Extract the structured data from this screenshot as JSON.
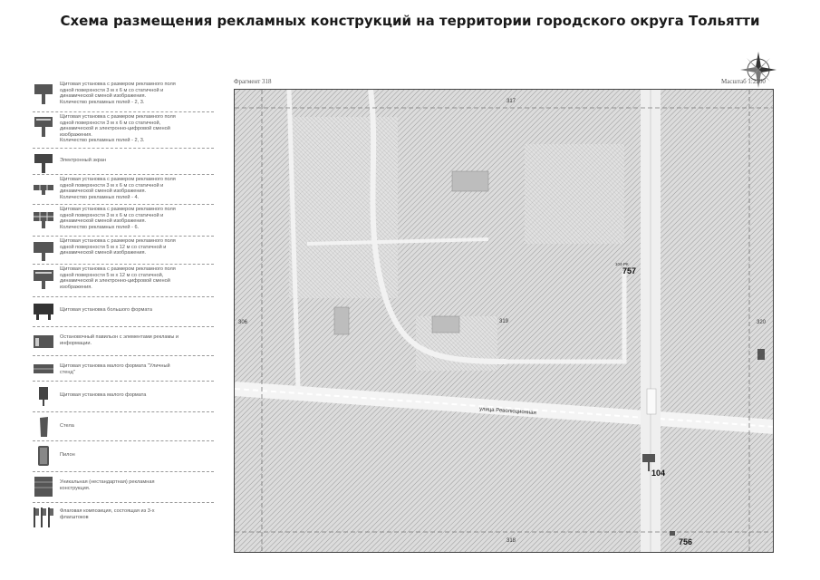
{
  "title": "Схема размещения рекламных конструкций на территории городского округа Тольятти",
  "fragment": "Фрагмент 318",
  "scale": "Масштаб 1:2200",
  "legend": [
    {
      "icon": "billboard-3x6-icon",
      "text": "Щитовая установка с размером рекламного поля\nодной поверхности 3 м х 6 м со статичной и\nдинамической сменой изображения.\nКоличество рекламных полей - 2, 3."
    },
    {
      "icon": "billboard-3x6-digital-icon",
      "text": "Щитовая установка с размером рекламного поля\nодной поверхности 3 м х 6 м со статичной,\nдинамической и электронно-цифровой сменой\nизображения.\nКоличество рекламных полей - 2, 3."
    },
    {
      "icon": "electronic-screen-icon",
      "text": "Электронный экран"
    },
    {
      "icon": "billboard-4-fields-icon",
      "text": "Щитовая установка с размером рекламного поля\nодной поверхности 3 м х 6 м со статичной и\nдинамической сменой изображения.\nКоличество рекламных полей - 4."
    },
    {
      "icon": "billboard-6-fields-icon",
      "text": "Щитовая установка с размером рекламного поля\nодной поверхности 3 м х 6 м со статичной и\nдинамической сменой изображения.\nКоличество рекламных полей - 6."
    },
    {
      "icon": "billboard-5x12-icon",
      "text": "Щитовая установка с размером рекламного поля\nодной поверхности 5 м х 12 м со статичной и\nдинамической сменой изображения."
    },
    {
      "icon": "billboard-5x12-digital-icon",
      "text": "Щитовая установка с размером рекламного поля\nодной поверхности 5 м х 12 м со статичной,\nдинамической и электронно-цифровой сменой\nизображения."
    },
    {
      "icon": "large-billboard-icon",
      "text": "Щитовая установка большого формата"
    },
    {
      "icon": "bus-stop-pavilion-icon",
      "text": "Остановочный павильон с элементами рекламы и\nинформации."
    },
    {
      "icon": "city-board-icon",
      "text": "Щитовая установка малого формата \"Уличный\nстенд\""
    },
    {
      "icon": "small-billboard-icon",
      "text": "Щитовая установка малого формата"
    },
    {
      "icon": "stele-icon",
      "text": "Стела"
    },
    {
      "icon": "pylon-icon",
      "text": "Пилон"
    },
    {
      "icon": "unique-structure-icon",
      "text": "Уникальная (нестандартная) рекламная\nконструкция."
    },
    {
      "icon": "flag-composition-icon",
      "text": "Флаговая композиция, состоящая из 3-х\nфлагштоков"
    }
  ],
  "map_labels": {
    "top": "317",
    "left": "306",
    "right": "320",
    "bottom": "318",
    "mid": "319",
    "street": "улица Революционная"
  },
  "signs": {
    "s757": "757",
    "s104": "104",
    "s756": "756",
    "tag": "104-РК"
  }
}
